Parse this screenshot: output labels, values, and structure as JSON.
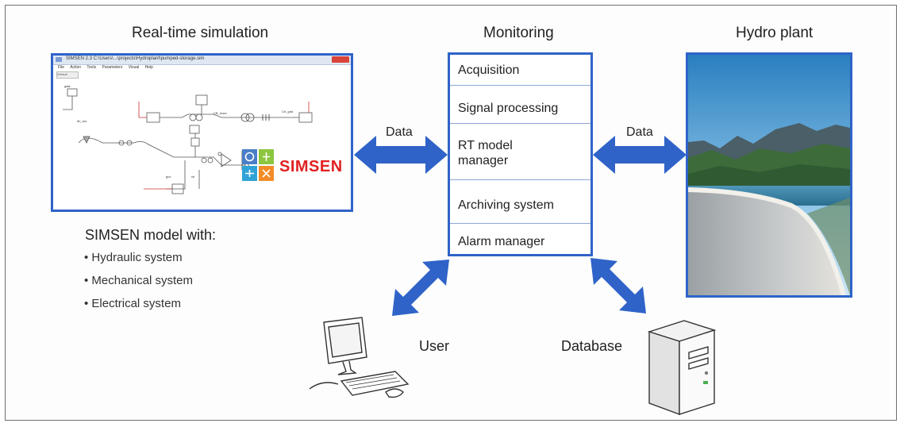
{
  "sections": {
    "simulation_title": "Real-time simulation",
    "monitoring_title": "Monitoring",
    "hydro_title": "Hydro plant"
  },
  "simsen_window": {
    "title_bar": "SIMSEN 2.3  C:\\Users\\...\\projects\\Hydroplant\\pumped-storage.sim",
    "menu": [
      "File",
      "Action",
      "Tools",
      "Parameters",
      "Visual",
      "Help"
    ],
    "toolbar": "Default",
    "logo_text": "SIMSEN"
  },
  "monitoring_items": [
    "Acquisition",
    "Signal processing",
    "RT model manager",
    "Archiving system",
    "Alarm manager"
  ],
  "links": {
    "left_data": "Data",
    "right_data": "Data",
    "user": "User",
    "database": "Database"
  },
  "model_description": {
    "heading": "SIMSEN model with:",
    "bullets": [
      "• Hydraulic system",
      "• Mechanical system",
      "• Electrical system"
    ]
  },
  "colors": {
    "arrow": "#2f63c8",
    "box_border": "#2f63c8",
    "simsen_red": "#e12121"
  }
}
